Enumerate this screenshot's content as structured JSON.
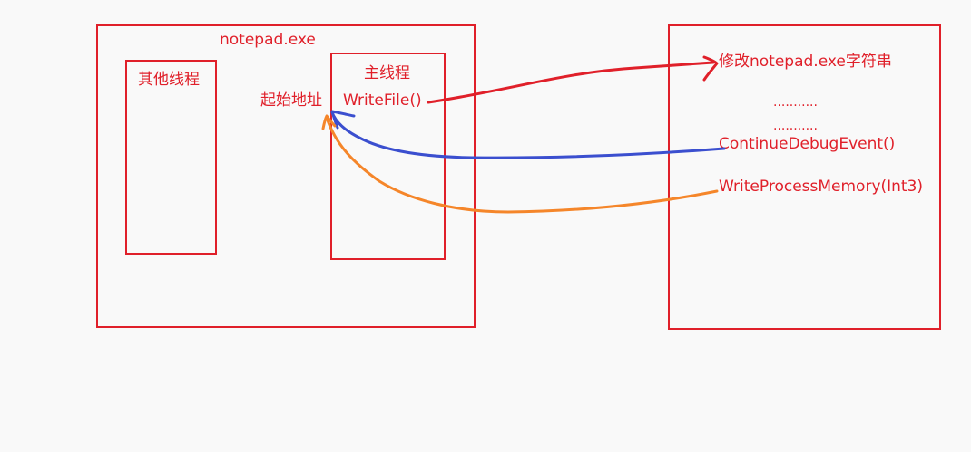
{
  "process_box": {
    "title": "notepad.exe",
    "other_threads_label": "其他线程",
    "main_thread_label": "主线程",
    "start_address_label": "起始地址",
    "writefile_label": "WriteFile()"
  },
  "debugger_box": {
    "modify_label": "修改notepad.exe字符串",
    "ellipsis_1": "...........",
    "ellipsis_2": "...........",
    "continue_label": "ContinueDebugEvent()",
    "write_memory_label": "WriteProcessMemory(Int3)"
  },
  "colors": {
    "box_border": "#e0202a",
    "text": "#e0202a",
    "arrow_red": "#e0202a",
    "arrow_blue": "#3b4fcf",
    "arrow_orange": "#f5862a"
  }
}
